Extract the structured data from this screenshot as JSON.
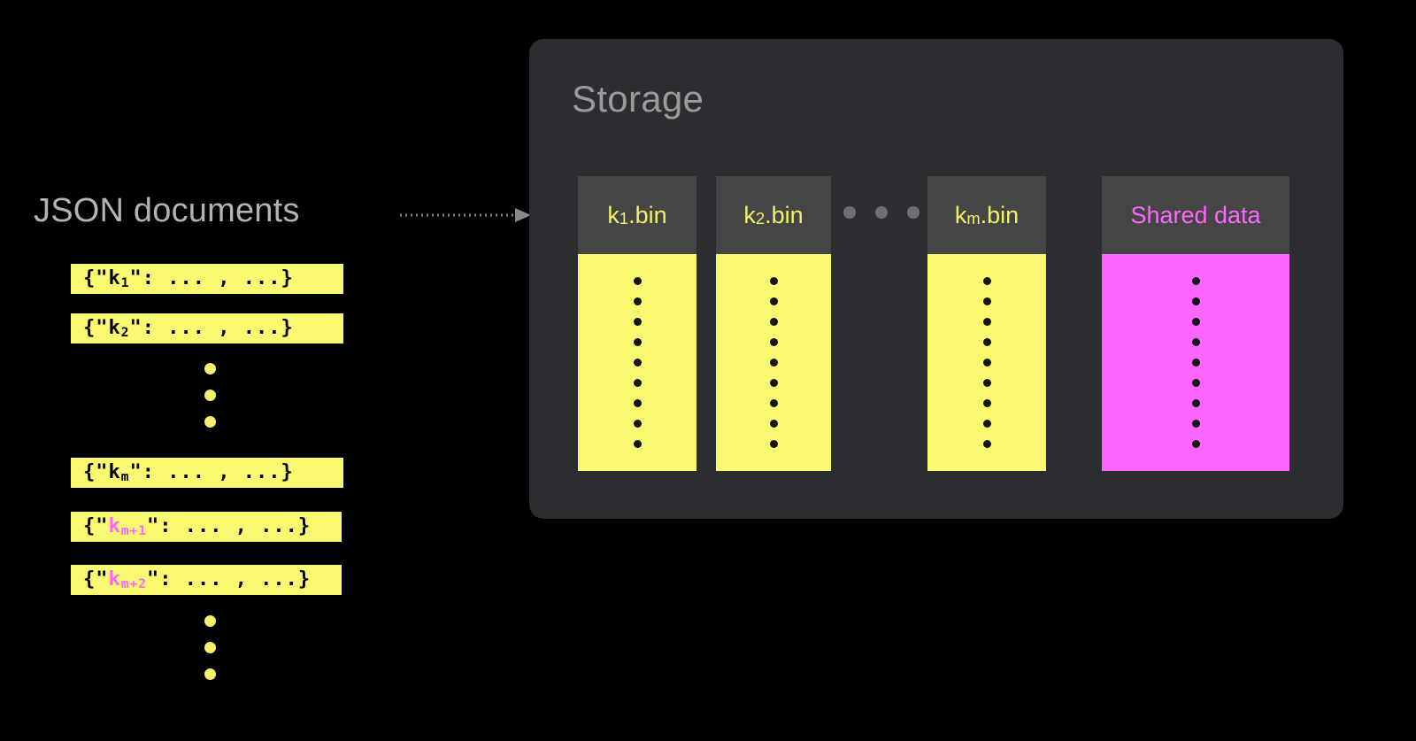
{
  "background_color": "#000000",
  "accent_yellow": "#F9F871",
  "accent_magenta": "#FF66FF",
  "panel_color": "#2B2D31",
  "bin_header_color": "#454545",
  "left_section": {
    "label": "JSON documents",
    "documents": [
      {
        "id": "doc-k1",
        "prefix": "{\"",
        "key": "k",
        "sub": "1",
        "suffix": "\": ... ,  ...}",
        "key_color": "black"
      },
      {
        "id": "doc-k2",
        "prefix": "{\"",
        "key": "k",
        "sub": "2",
        "suffix": "\": ... ,  ...}",
        "key_color": "black"
      },
      {
        "id": "doc-km",
        "prefix": "{\"",
        "key": "k",
        "sub": "m",
        "suffix": "\": ... ,  ...}",
        "key_color": "black"
      },
      {
        "id": "doc-km1",
        "prefix": "{\"",
        "key": "k",
        "sub": "m+1",
        "suffix": "\": ... ,  ...}",
        "key_color": "magenta"
      },
      {
        "id": "doc-km2",
        "prefix": "{\"",
        "key": "k",
        "sub": "m+2",
        "suffix": "\": ... ,  ...}",
        "key_color": "magenta"
      }
    ],
    "ellipsis_dot_count": 3
  },
  "arrow": {
    "name": "dotted-flow-arrow",
    "style": "dotted",
    "color": "#808080",
    "direction": "right"
  },
  "storage": {
    "title": "Storage",
    "gap_dots": 3,
    "bins": [
      {
        "id": "bin-k1",
        "label_key": "k",
        "label_sub": "1",
        "label_ext": ".bin",
        "label_full": "k1.bin",
        "text_color": "yellow",
        "body_color": "yellow",
        "dot_count": 9
      },
      {
        "id": "bin-k2",
        "label_key": "k",
        "label_sub": "2",
        "label_ext": ".bin",
        "label_full": "k2.bin",
        "text_color": "yellow",
        "body_color": "yellow",
        "dot_count": 9
      },
      {
        "id": "bin-km",
        "label_key": "k",
        "label_sub": "m",
        "label_ext": ".bin",
        "label_full": "km.bin",
        "text_color": "yellow",
        "body_color": "yellow",
        "dot_count": 9
      },
      {
        "id": "bin-shared",
        "label_key": "",
        "label_sub": "",
        "label_ext": "",
        "label_full": "Shared data",
        "text_color": "magenta",
        "body_color": "pink",
        "dot_count": 9
      }
    ]
  }
}
